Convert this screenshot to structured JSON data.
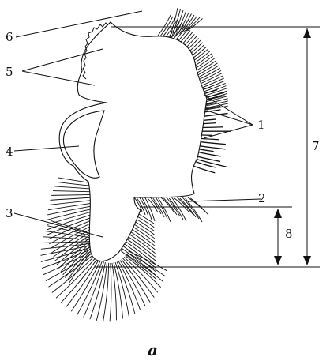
{
  "labels": {
    "l1": "1",
    "l2": "2",
    "l3": "3",
    "l4": "4",
    "l5": "5",
    "l6": "6",
    "l7": "7",
    "l8": "8"
  },
  "caption": "a",
  "colors": {
    "ink": "#111111",
    "background": "#ffffff"
  }
}
